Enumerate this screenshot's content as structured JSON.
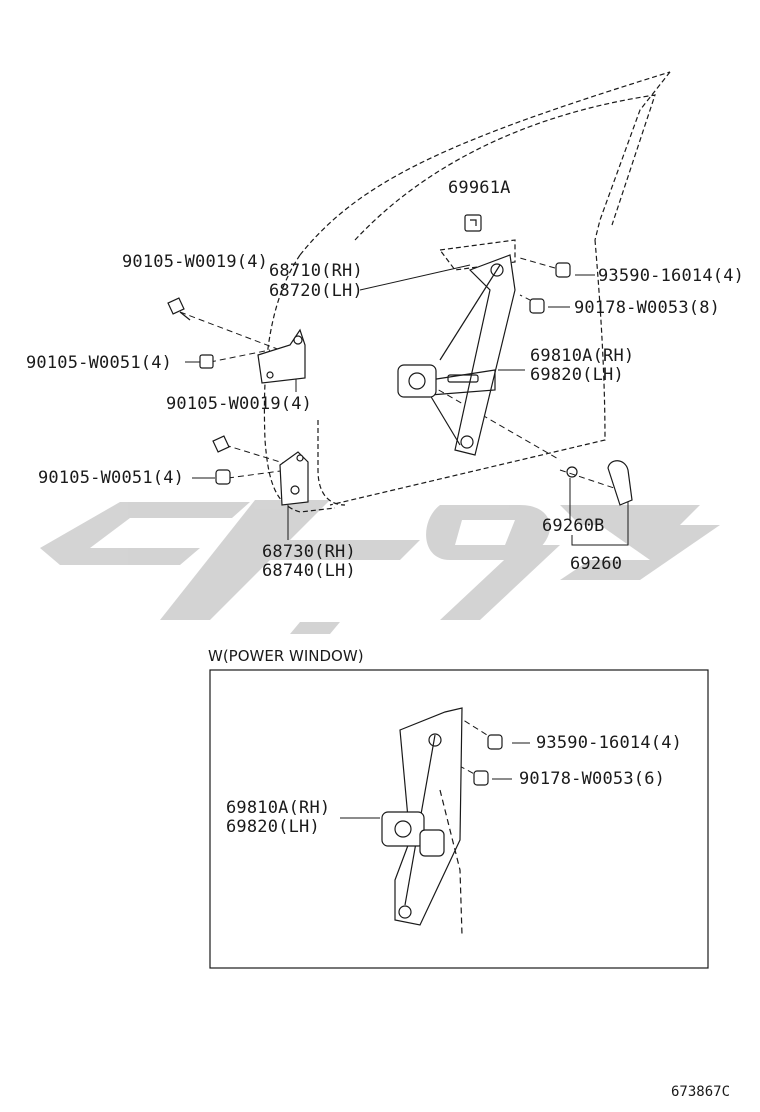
{
  "diagram": {
    "labels": {
      "clip": "69961A",
      "bolt_top_left": "90105-W0019(4)",
      "hinge_upper_rh": "68710(RH)",
      "hinge_upper_lh": "68720(LH)",
      "bolt_right_top": "93590-16014(4)",
      "nut_right": "90178-W0053(8)",
      "bolt_left_upper": "90105-W0051(4)",
      "regulator_rh": "69810A(RH)",
      "regulator_lh": "69820(LH)",
      "bolt_mid_left": "90105-W0019(4)",
      "bolt_left_lower": "90105-W0051(4)",
      "handle_sub": "69260B",
      "handle": "69260",
      "hinge_lower_rh": "68730(RH)",
      "hinge_lower_lh": "68740(LH)"
    },
    "inset": {
      "title": "W(POWER WINDOW)",
      "bolt": "93590-16014(4)",
      "nut": "90178-W0053(6)",
      "regulator_rh": "69810A(RH)",
      "regulator_lh": "69820(LH)"
    },
    "reference": "673867C"
  },
  "colors": {
    "line": "#1a1a1a",
    "watermark": "#c9c9c9"
  }
}
